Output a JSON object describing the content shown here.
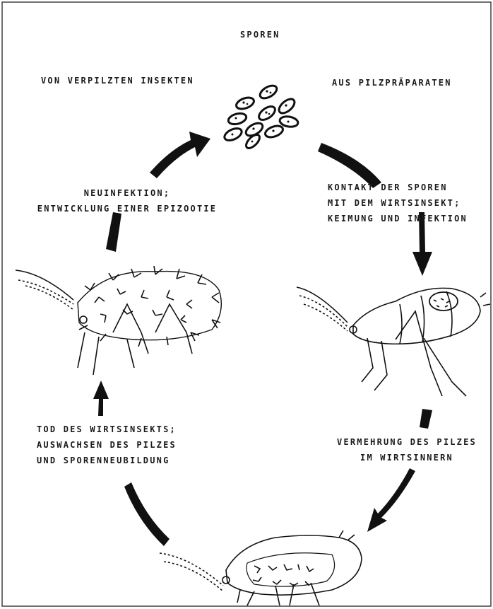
{
  "diagram": {
    "title": "SPOREN",
    "source_left": "VON VERPILZTEN INSEKTEN",
    "source_right": "AUS PILZPRÄPARATEN",
    "steps": {
      "contact": [
        "KONTAKT DER SPOREN",
        "MIT DEM WIRTSINSEKT;",
        "KEIMUNG UND INFEKTION"
      ],
      "multiplication": [
        "VERMEHRUNG DES PILZES",
        "IM WIRTSINNERN"
      ],
      "death": [
        "TOD DES WIRTSINSEKTS;",
        "AUSWACHSEN DES PILZES",
        "UND SPORENNEUBILDUNG"
      ],
      "reinfection": [
        "NEUINFEKTION;",
        "ENTWICKLUNG EINER EPIZOOTIE"
      ]
    },
    "ink_color": "#1a1a1a",
    "paper_color": "#ffffff"
  }
}
